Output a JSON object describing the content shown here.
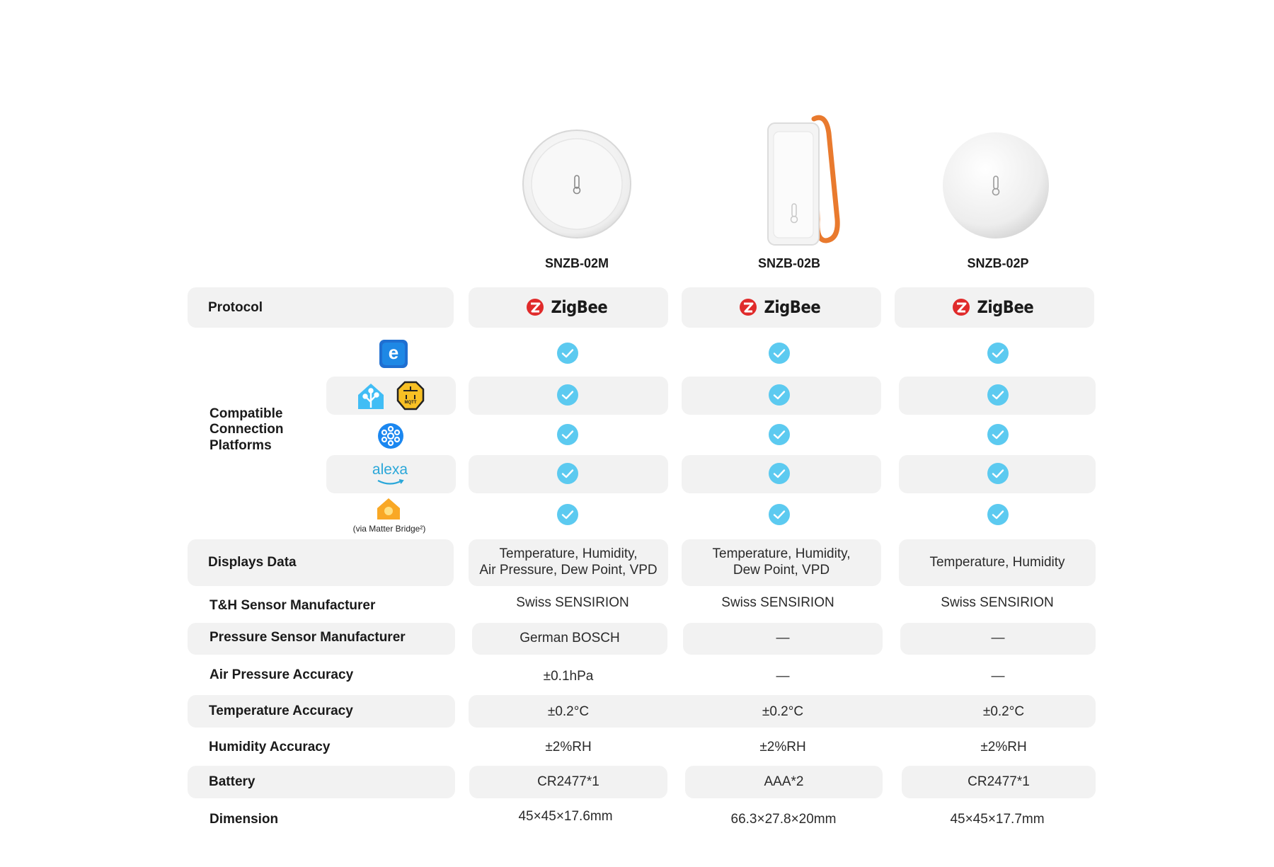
{
  "products": [
    {
      "name": "SNZB-02M"
    },
    {
      "name": "SNZB-02B"
    },
    {
      "name": "SNZB-02P"
    }
  ],
  "protocol": {
    "label": "Protocol",
    "value": "ZigBee"
  },
  "compat": {
    "title": [
      "Compatible",
      "Connection",
      "Platforms"
    ],
    "platform_icons": [
      "ewelink-icon",
      "home-assistant-icon",
      "mqtt-icon",
      "smartthings-icon",
      "alexa-icon",
      "google-home-icon"
    ],
    "alexa_text": "alexa",
    "ewelink_text": "e",
    "mqtt_text": "MQTT",
    "matter_note": "(via Matter Bridge²)",
    "status": "supported"
  },
  "rows": [
    {
      "label": "Displays Data",
      "values": [
        "Temperature, Humidity,\nAir Pressure, Dew Point, VPD",
        "Temperature, Humidity,\nDew Point, VPD",
        "Temperature, Humidity"
      ]
    },
    {
      "label": "T&H Sensor Manufacturer",
      "values": [
        "Swiss SENSIRION",
        "Swiss SENSIRION",
        "Swiss SENSIRION"
      ]
    },
    {
      "label": "Pressure Sensor Manufacturer",
      "values": [
        "German BOSCH",
        "—",
        "—"
      ]
    },
    {
      "label": "Air Pressure Accuracy",
      "values": [
        "±0.1hPa",
        "—",
        "—"
      ]
    },
    {
      "label": "Temperature Accuracy",
      "values": [
        "±0.2°C",
        "±0.2°C",
        "±0.2°C"
      ]
    },
    {
      "label": "Humidity Accuracy",
      "values": [
        "±2%RH",
        "±2%RH",
        "±2%RH"
      ]
    },
    {
      "label": "Battery",
      "values": [
        "CR2477*1",
        "AAA*2",
        "CR2477*1"
      ]
    },
    {
      "label": "Dimension",
      "values": [
        "45×45×17.6mm",
        "66.3×27.8×20mm",
        "45×45×17.7mm"
      ]
    }
  ],
  "colors": {
    "band": "#f2f2f2",
    "check": "#5ccaf0",
    "zigbee_red": "#e02b2b",
    "strap": "#e97a2e"
  }
}
